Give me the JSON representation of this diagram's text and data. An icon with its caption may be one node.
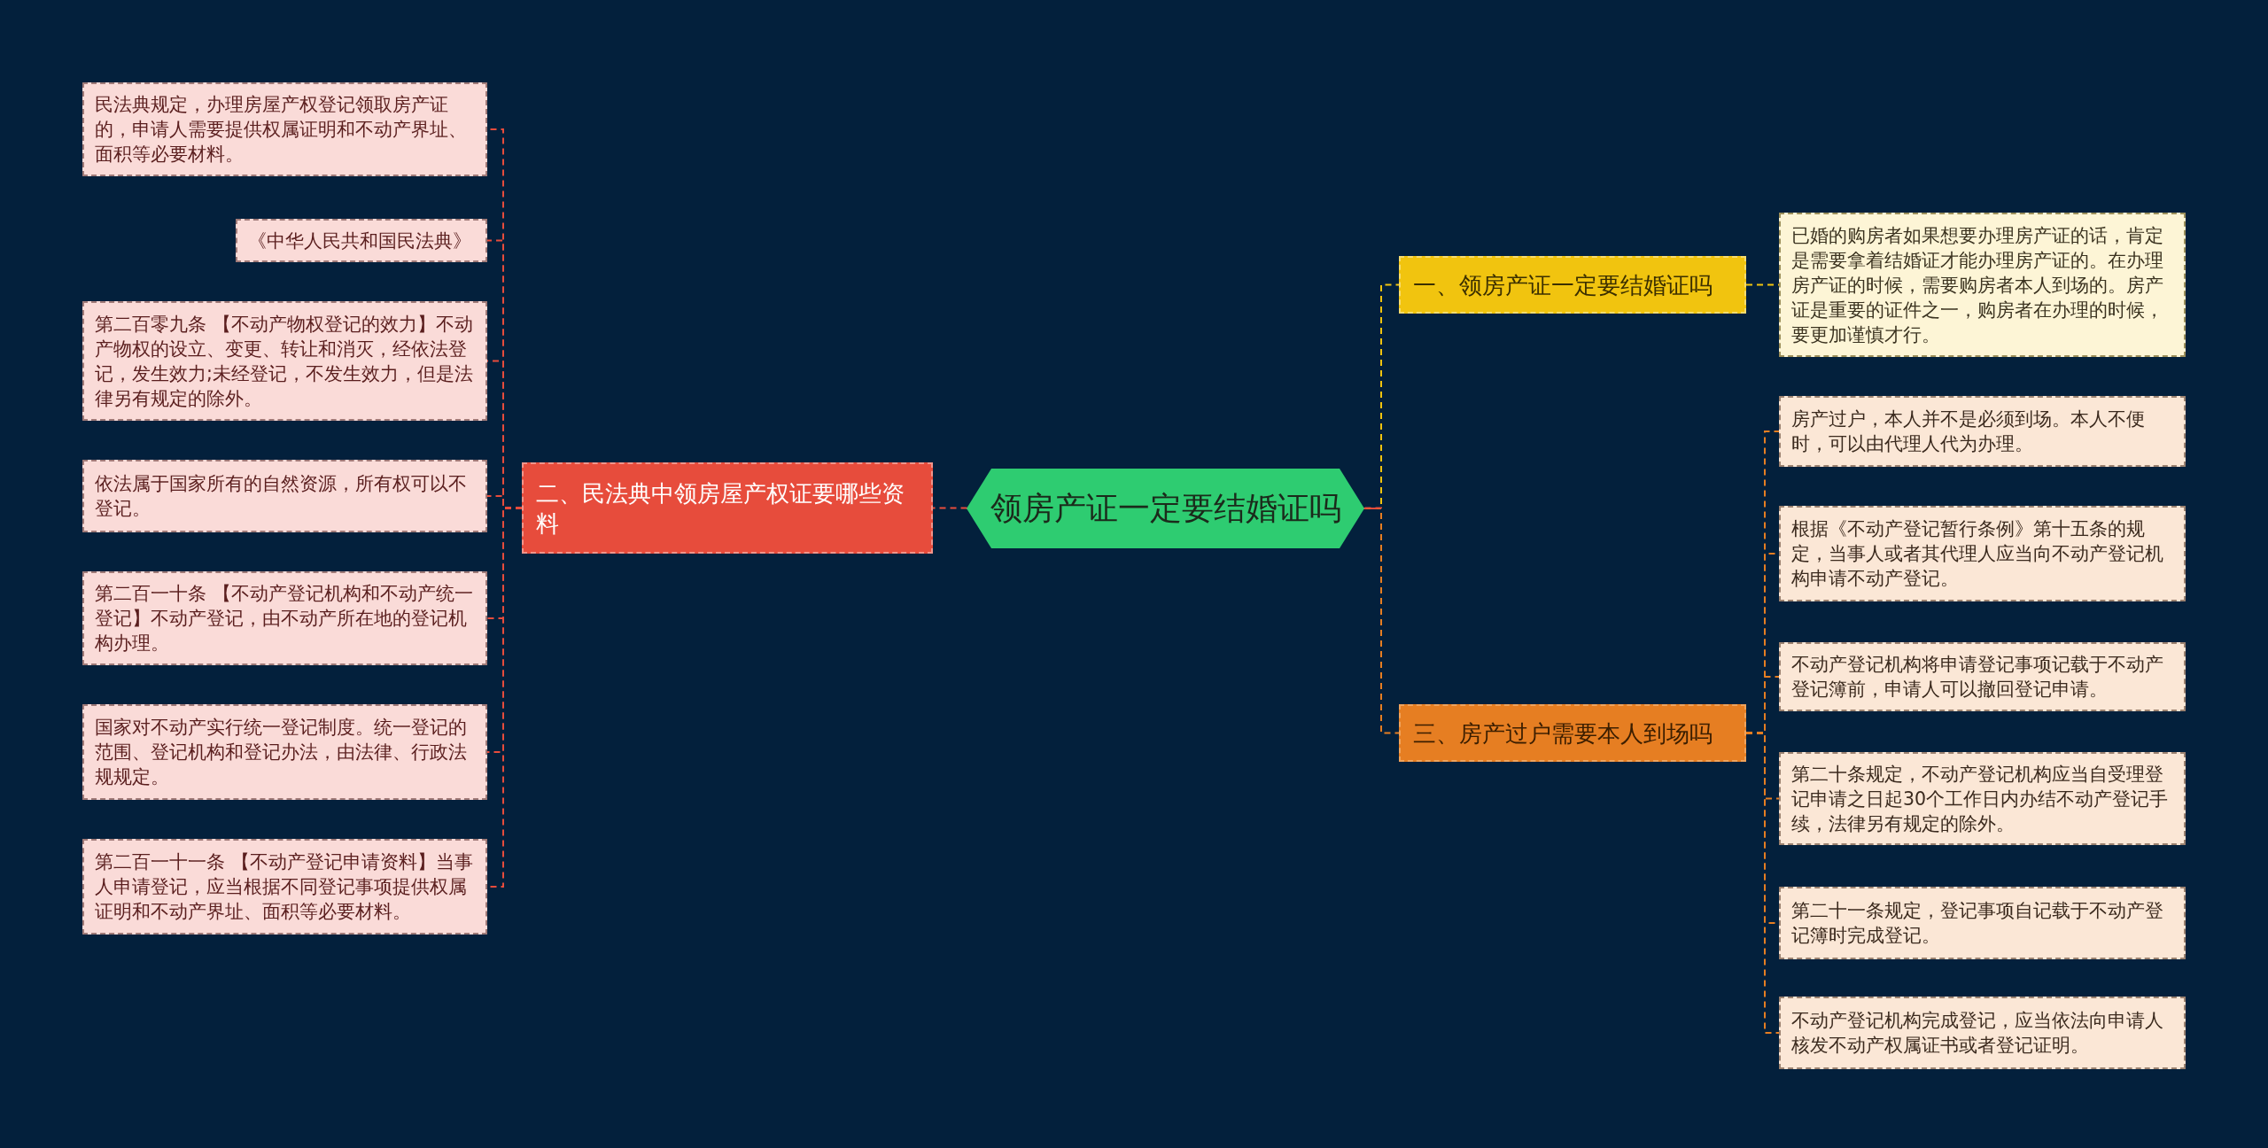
{
  "diagram": {
    "nodes": [
      {
        "text": [
          "领房产证一定要结婚证吗"
        ]
      },
      {
        "text": [
          "一、领房产证一定要结婚证吗"
        ]
      },
      {
        "text": [
          "已婚的购房者如果想要办理房产证的话，肯定是需要拿着结婚证才能办理房产证的。在办理房产证的时候，需要购房者本人到场的。房产证是重要的证件之一，购房者在办理的时候，要更加谨慎才行。"
        ]
      },
      {
        "text": [
          "三、房产过户需要本人到场吗"
        ]
      },
      {
        "text": [
          "房产过户，本人并不是必须到场。本人不便时，可以由代理人代为办理。"
        ]
      },
      {
        "text": [
          "根据《不动产登记暂行条例》第十五条的规定，当事人或者其代理人应当向不动产登记机构申请不动产登记。"
        ]
      },
      {
        "text": [
          "不动产登记机构将申请登记事项记载于不动产登记簿前，申请人可以撤回登记申请。"
        ]
      },
      {
        "text": [
          "第二十条规定，不动产登记机构应当自受理登记申请之日起30个工作日内办结不动产登记手续，法律另有规定的除外。"
        ]
      },
      {
        "text": [
          "第二十一条规定，登记事项自记载于不动产登记簿时完成登记。"
        ]
      },
      {
        "text": [
          "不动产登记机构完成登记，应当依法向申请人核发不动产权属证书或者登记证明。"
        ]
      },
      {
        "text": [
          "二、民法典中领房屋产权证要哪些资料"
        ]
      },
      {
        "text": [
          "民法典规定，办理房屋产权登记领取房产证的，申请人需要提供权属证明和不动产界址、面积等必要材料。"
        ]
      },
      {
        "text": [
          "《中华人民共和国民法典》"
        ]
      },
      {
        "text": [
          "第二百零九条 【不动产物权登记的效力】不动产物权的设立、变更、转让和消灭，经依法登记，发生效力;未经登记，不发生效力，但是法律另有规定的除外。"
        ]
      },
      {
        "text": [
          "依法属于国家所有的自然资源，所有权可以不登记。"
        ]
      },
      {
        "text": [
          "第二百一十条 【不动产登记机构和不动产统一登记】不动产登记，由不动产所在地的登记机构办理。"
        ]
      },
      {
        "text": [
          "国家对不动产实行统一登记制度。统一登记的范围、登记机构和登记办法，由法律、行政法规规定。"
        ]
      },
      {
        "text": [
          "第二百一十一条 【不动产登记申请资料】当事人申请登记，应当根据不同登记事项提供权属证明和不动产界址、面积等必要材料。"
        ]
      }
    ],
    "edges": [
      {
        "from": 0,
        "to": 1,
        "arrow": "none",
        "color": "#f1c40f"
      },
      {
        "from": 0,
        "to": 3,
        "arrow": "none",
        "color": "#e67e22"
      },
      {
        "from": 0,
        "to": 10,
        "arrow": "none"
      },
      {
        "from": 1,
        "to": 2,
        "arrow": "none",
        "color": "#f1c40f"
      },
      {
        "from": 3,
        "to": 4,
        "arrow": "none",
        "color": "#e67e22"
      },
      {
        "from": 3,
        "to": 5,
        "arrow": "none",
        "color": "#e67e22"
      },
      {
        "from": 3,
        "to": 6,
        "arrow": "none",
        "color": "#e67e22"
      },
      {
        "from": 3,
        "to": 7,
        "arrow": "none",
        "color": "#e67e22"
      },
      {
        "from": 3,
        "to": 8,
        "arrow": "none",
        "color": "#e67e22"
      },
      {
        "from": 3,
        "to": 9,
        "arrow": "none",
        "color": "#e67e22"
      },
      {
        "from": 10,
        "to": 11,
        "arrow": "none"
      },
      {
        "from": 10,
        "to": 12,
        "arrow": "none"
      },
      {
        "from": 10,
        "to": 13,
        "arrow": "none"
      },
      {
        "from": 10,
        "to": 14,
        "arrow": "none"
      },
      {
        "from": 10,
        "to": 15,
        "arrow": "none"
      },
      {
        "from": 10,
        "to": 16,
        "arrow": "none"
      },
      {
        "from": 10,
        "to": 17,
        "arrow": "none"
      }
    ]
  }
}
